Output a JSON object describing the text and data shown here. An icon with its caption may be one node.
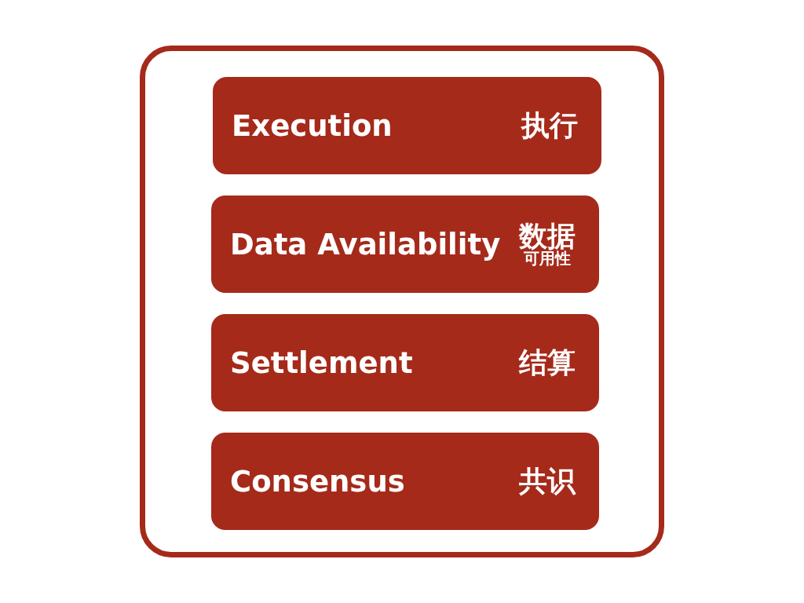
{
  "diagram": {
    "nodes": [
      {
        "text": [],
        "shape": "box"
      },
      {
        "text": [
          "Execution",
          "执行"
        ],
        "in": 0
      },
      {
        "text": [
          "Data Availability",
          "数据",
          "可用性"
        ],
        "in": 0
      },
      {
        "text": [
          "Settlement",
          "结算"
        ],
        "in": 0
      },
      {
        "text": [
          "Consensus",
          "共识"
        ],
        "in": 0
      }
    ]
  }
}
